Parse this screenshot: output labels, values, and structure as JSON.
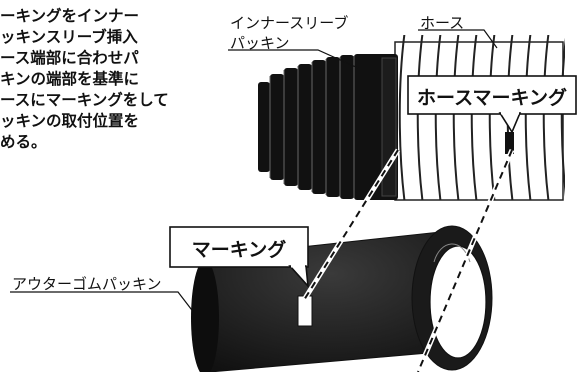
{
  "instructions": [
    "ーキングをインナー",
    "ッキンスリーブ挿入",
    "ース端部に合わせパ",
    "キンの端部を基準に",
    "ースにマーキングをして",
    "ッキンの取付位置を",
    "める。"
  ],
  "labels": {
    "inner_sleeve_line1": "インナースリーブ",
    "inner_sleeve_line2": "パッキン",
    "hose": "ホース",
    "outer_gasket": "アウターゴムパッキン"
  },
  "callouts": {
    "hose_marking": "ホースマーキング",
    "marking": "マーキング"
  }
}
